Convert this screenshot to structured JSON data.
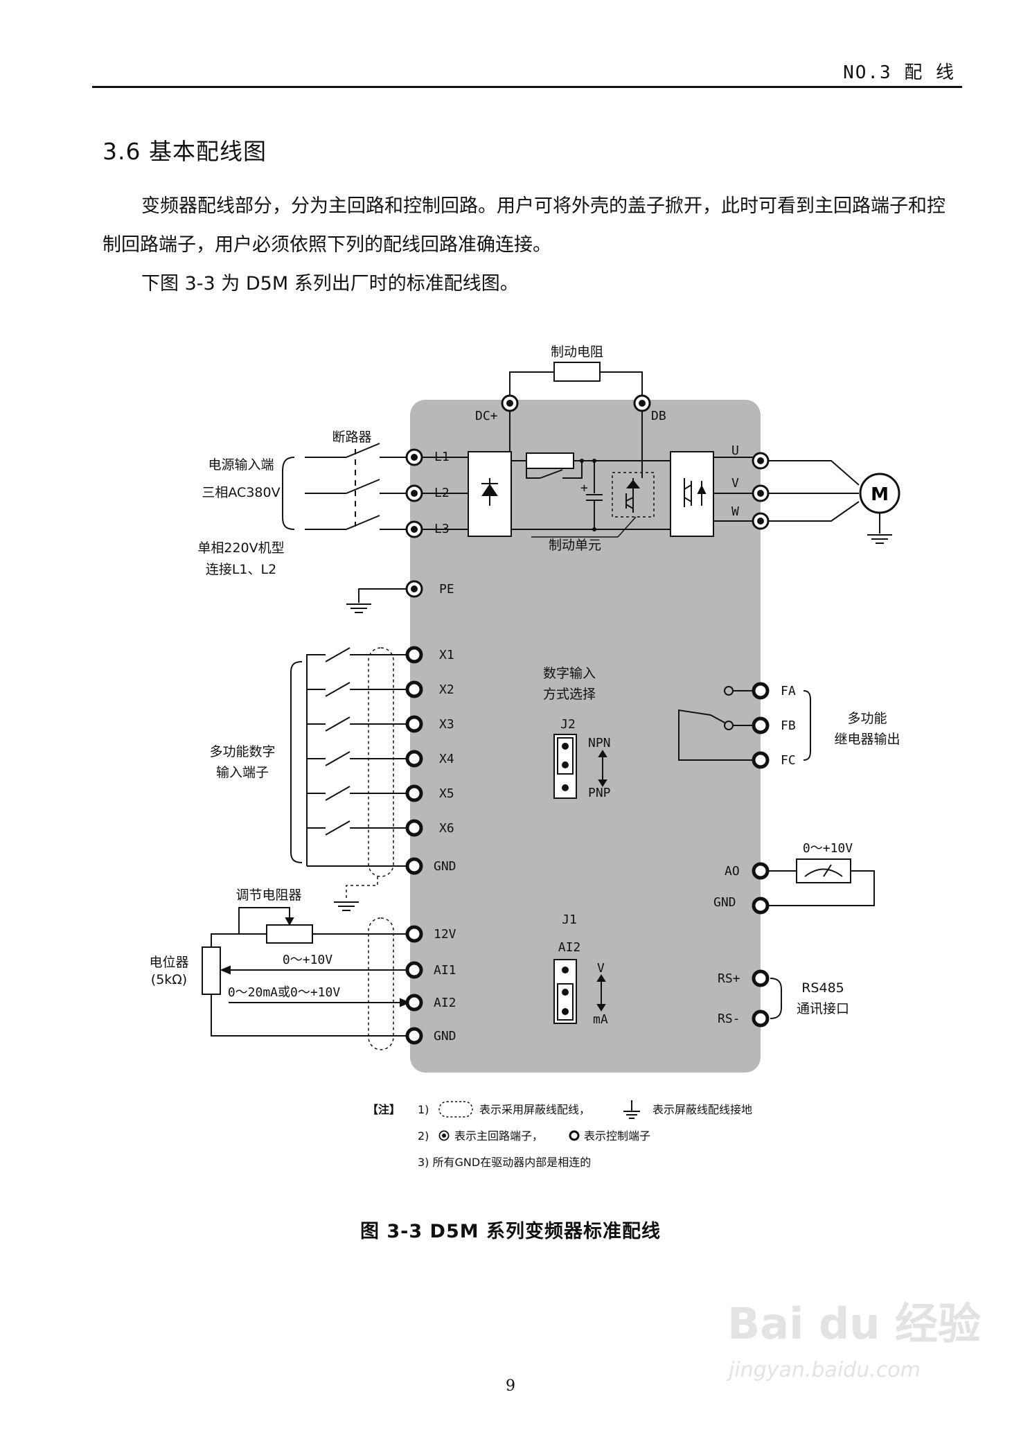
{
  "header": {
    "chapter": "NO.3 配  线"
  },
  "section": {
    "title": "3.6 基本配线图"
  },
  "body": {
    "p1": "变频器配线部分，分为主回路和控制回路。用户可将外壳的盖子掀开，此时可看到主回路端子和控制回路端子，用户必须依照下列的配线回路准确连接。",
    "p2": "下图 3-3 为 D5M 系列出厂时的标准配线图。"
  },
  "diagram": {
    "brake_resistor": "制动电阻",
    "dc_plus": "DC+",
    "db": "DB",
    "breaker": "断路器",
    "power_input": "电源输入端",
    "three_phase": "三相AC380V",
    "single_phase_1": "单相220V机型",
    "single_phase_2": "连接L1、L2",
    "l1": "L1",
    "l2": "L2",
    "l3": "L3",
    "u": "U",
    "v": "V",
    "w": "W",
    "motor": "M",
    "brake_unit": "制动单元",
    "pe": "PE",
    "x1": "X1",
    "x2": "X2",
    "x3": "X3",
    "x4": "X4",
    "x5": "X5",
    "x6": "X6",
    "gnd": "GND",
    "digital_input_1": "多功能数字",
    "digital_input_2": "输入端子",
    "mode_select_1": "数字输入",
    "mode_select_2": "方式选择",
    "j2": "J2",
    "npn": "NPN",
    "pnp": "PNP",
    "fa": "FA",
    "fb": "FB",
    "fc": "FC",
    "relay_1": "多功能",
    "relay_2": "继电器输出",
    "ao_range": "0～+10V",
    "ao": "AO",
    "adjust_resistor": "调节电阻器",
    "pot_1": "电位器",
    "pot_2": "(5kΩ)",
    "v12": "12V",
    "ai1": "AI1",
    "ai2": "AI2",
    "ai1_range": "0～+10V",
    "ai2_range": "0～20mA或0～+10V",
    "j1": "J1",
    "ai2_jumper": "AI2",
    "jv": "V",
    "jma": "mA",
    "rs_plus": "RS+",
    "rs_minus": "RS-",
    "rs485_1": "RS485",
    "rs485_2": "通讯接口",
    "note_tag": "【注】",
    "note1_a": "1)",
    "note1_b": "表示采用屏蔽线配线，",
    "note1_c": "表示屏蔽线配线接地",
    "note2_a": "2)",
    "note2_b": "表示主回路端子，",
    "note2_c": "表示控制端子",
    "note3": "3)  所有GND在驱动器内部是相连的"
  },
  "caption": "图 3-3   D5M 系列变频器标准配线",
  "page_number": "9",
  "watermark": {
    "brand": "Bai du 经验",
    "url": "jingyan.baidu.com"
  }
}
